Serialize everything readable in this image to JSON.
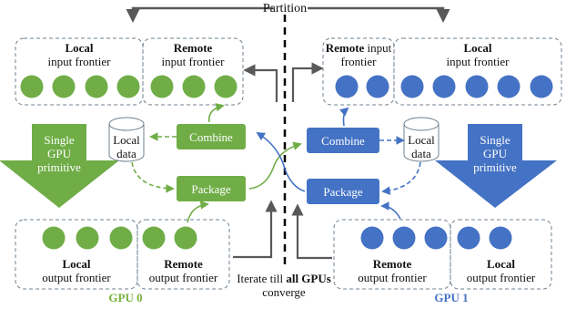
{
  "colors": {
    "green": "#70ad47",
    "blue": "#4472c4",
    "green_text": "#76b13b",
    "arrow_gray": "#595959"
  },
  "partition_label": "Partition",
  "gpu0": {
    "label": "GPU 0",
    "input_local": {
      "title": "Local",
      "sub": "input frontier"
    },
    "input_remote": {
      "title": "Remote",
      "sub": "input frontier"
    },
    "combine": "Combine",
    "package": "Package",
    "local_data": [
      "Local",
      "data"
    ],
    "primitive": [
      "Single",
      "GPU",
      "primitive"
    ],
    "output_local": {
      "title": "Local",
      "sub": "output frontier"
    },
    "output_remote": {
      "title": "Remote",
      "sub": "output frontier"
    }
  },
  "gpu1": {
    "label": "GPU 1",
    "input_remote": {
      "title": "Remote",
      "rest": " input",
      "sub": "frontier"
    },
    "input_local": {
      "title": "Local",
      "sub": "input frontier"
    },
    "combine": "Combine",
    "package": "Package",
    "local_data": [
      "Local",
      "data"
    ],
    "primitive": [
      "Single",
      "GPU",
      "primitive"
    ],
    "output_remote": {
      "title": "Remote",
      "sub": "output frontier"
    },
    "output_local": {
      "title": "Local",
      "sub": "output frontier"
    }
  },
  "iterate": {
    "prefix": "Iterate till ",
    "bold": "all GPUs",
    "line2": "converge"
  },
  "icons": {
    "disk": "cylinder-icon",
    "primitive": "down-arrow-icon"
  }
}
